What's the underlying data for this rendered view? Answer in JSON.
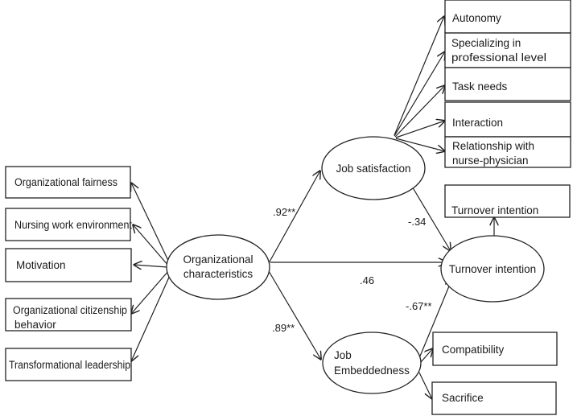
{
  "diagram": {
    "latent": {
      "org": [
        "Organizational",
        "characteristics"
      ],
      "js": [
        "Job satisfaction"
      ],
      "je": [
        "Job",
        "Embeddedness"
      ],
      "ti": [
        "Turnover intention"
      ]
    },
    "org_indicators": [
      [
        "Organizational  fairness"
      ],
      [
        "Nursing  work environment"
      ],
      [
        "Motivation"
      ],
      [
        "Organizational  citizenship",
        "behavior"
      ],
      [
        "Transformational  leadership"
      ]
    ],
    "js_indicators": [
      [
        "Autonomy"
      ],
      [
        "Specializing  in",
        "professional  level"
      ],
      [
        "Task needs"
      ],
      [
        "Interaction"
      ],
      [
        "Relationship  with",
        "nurse-physician"
      ]
    ],
    "je_indicators": [
      [
        "Compatibility"
      ],
      [
        "Sacrifice"
      ]
    ],
    "ti_indicator": [
      "Turnover  intention"
    ],
    "paths": {
      "org_js": ".92**",
      "org_je": ".89**",
      "org_ti": ".46",
      "js_ti": "-.34",
      "je_ti": "-.67**"
    }
  }
}
